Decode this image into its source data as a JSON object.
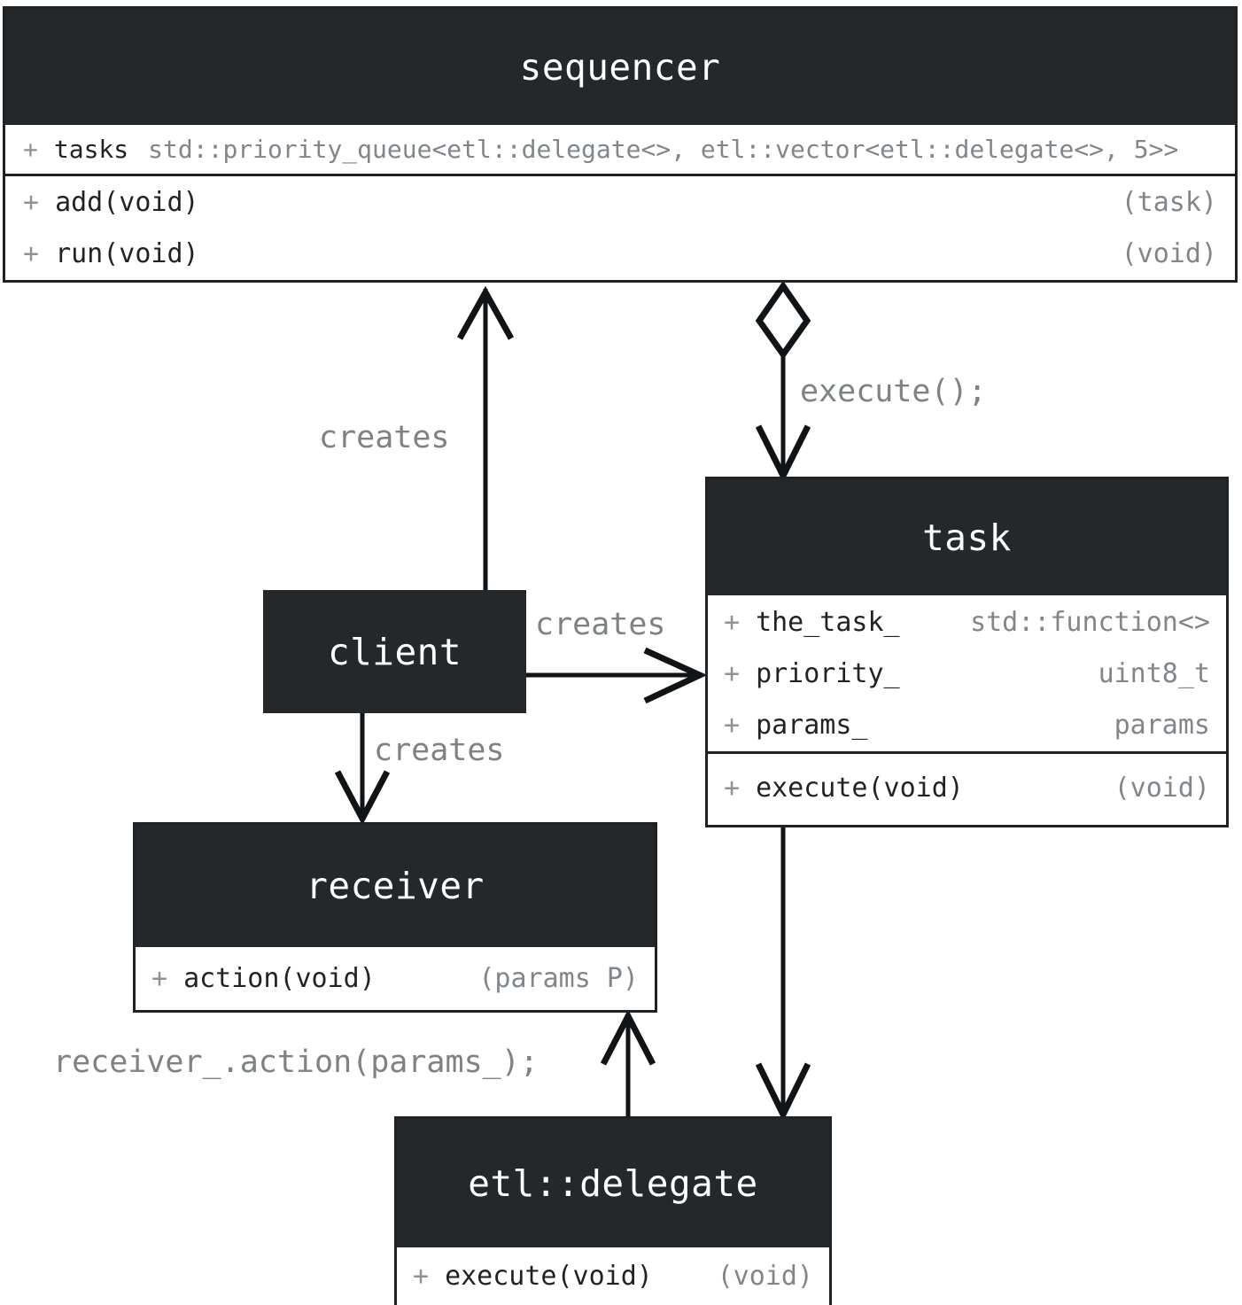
{
  "diagram": {
    "type": "uml-class-diagram",
    "colors": {
      "header_fill": "#24282b",
      "border": "#1f2326",
      "body_fill": "#ffffff",
      "member_name": "#1f2326",
      "member_type": "#81868a",
      "visibility": "#8d9296",
      "label": "#7d8285"
    },
    "classes": [
      {
        "id": "sequencer",
        "name": "sequencer",
        "attributes": [
          {
            "visibility": "+",
            "name": "tasks",
            "type": "std::priority_queue<etl::delegate<>, etl::vector<etl::delegate<>, 5>>"
          }
        ],
        "methods": [
          {
            "visibility": "+",
            "name": "add(void)",
            "type": "(task)"
          },
          {
            "visibility": "+",
            "name": "run(void)",
            "type": "(void)"
          }
        ]
      },
      {
        "id": "task",
        "name": "task",
        "attributes": [
          {
            "visibility": "+",
            "name": "the_task_",
            "type": "std::function<>"
          },
          {
            "visibility": "+",
            "name": "priority_",
            "type": "uint8_t"
          },
          {
            "visibility": "+",
            "name": "params_",
            "type": "params"
          }
        ],
        "methods": [
          {
            "visibility": "+",
            "name": "execute(void)",
            "type": "(void)"
          }
        ]
      },
      {
        "id": "client",
        "name": "client",
        "attributes": [],
        "methods": []
      },
      {
        "id": "receiver",
        "name": "receiver",
        "attributes": [],
        "methods": [
          {
            "visibility": "+",
            "name": "action(void)",
            "type": "(params P)"
          }
        ]
      },
      {
        "id": "delegate",
        "name": "etl::delegate",
        "attributes": [],
        "methods": [
          {
            "visibility": "+",
            "name": "execute(void)",
            "type": "(void)"
          }
        ]
      }
    ],
    "edges": [
      {
        "id": "client-creates-sequencer",
        "from": "client",
        "to": "sequencer",
        "label": "creates",
        "kind": "open-arrow"
      },
      {
        "id": "sequencer-aggregates-task",
        "from": "sequencer",
        "to": "task",
        "label": "execute();",
        "kind": "aggregation-arrow"
      },
      {
        "id": "client-creates-task",
        "from": "client",
        "to": "task",
        "label": "creates",
        "kind": "open-arrow"
      },
      {
        "id": "client-creates-receiver",
        "from": "client",
        "to": "receiver",
        "label": "creates",
        "kind": "open-arrow"
      },
      {
        "id": "task-uses-delegate",
        "from": "task",
        "to": "delegate",
        "label": "",
        "kind": "open-arrow"
      },
      {
        "id": "delegate-calls-receiver",
        "from": "delegate",
        "to": "receiver",
        "label": "receiver_.action(params_);",
        "kind": "open-arrow"
      }
    ]
  }
}
